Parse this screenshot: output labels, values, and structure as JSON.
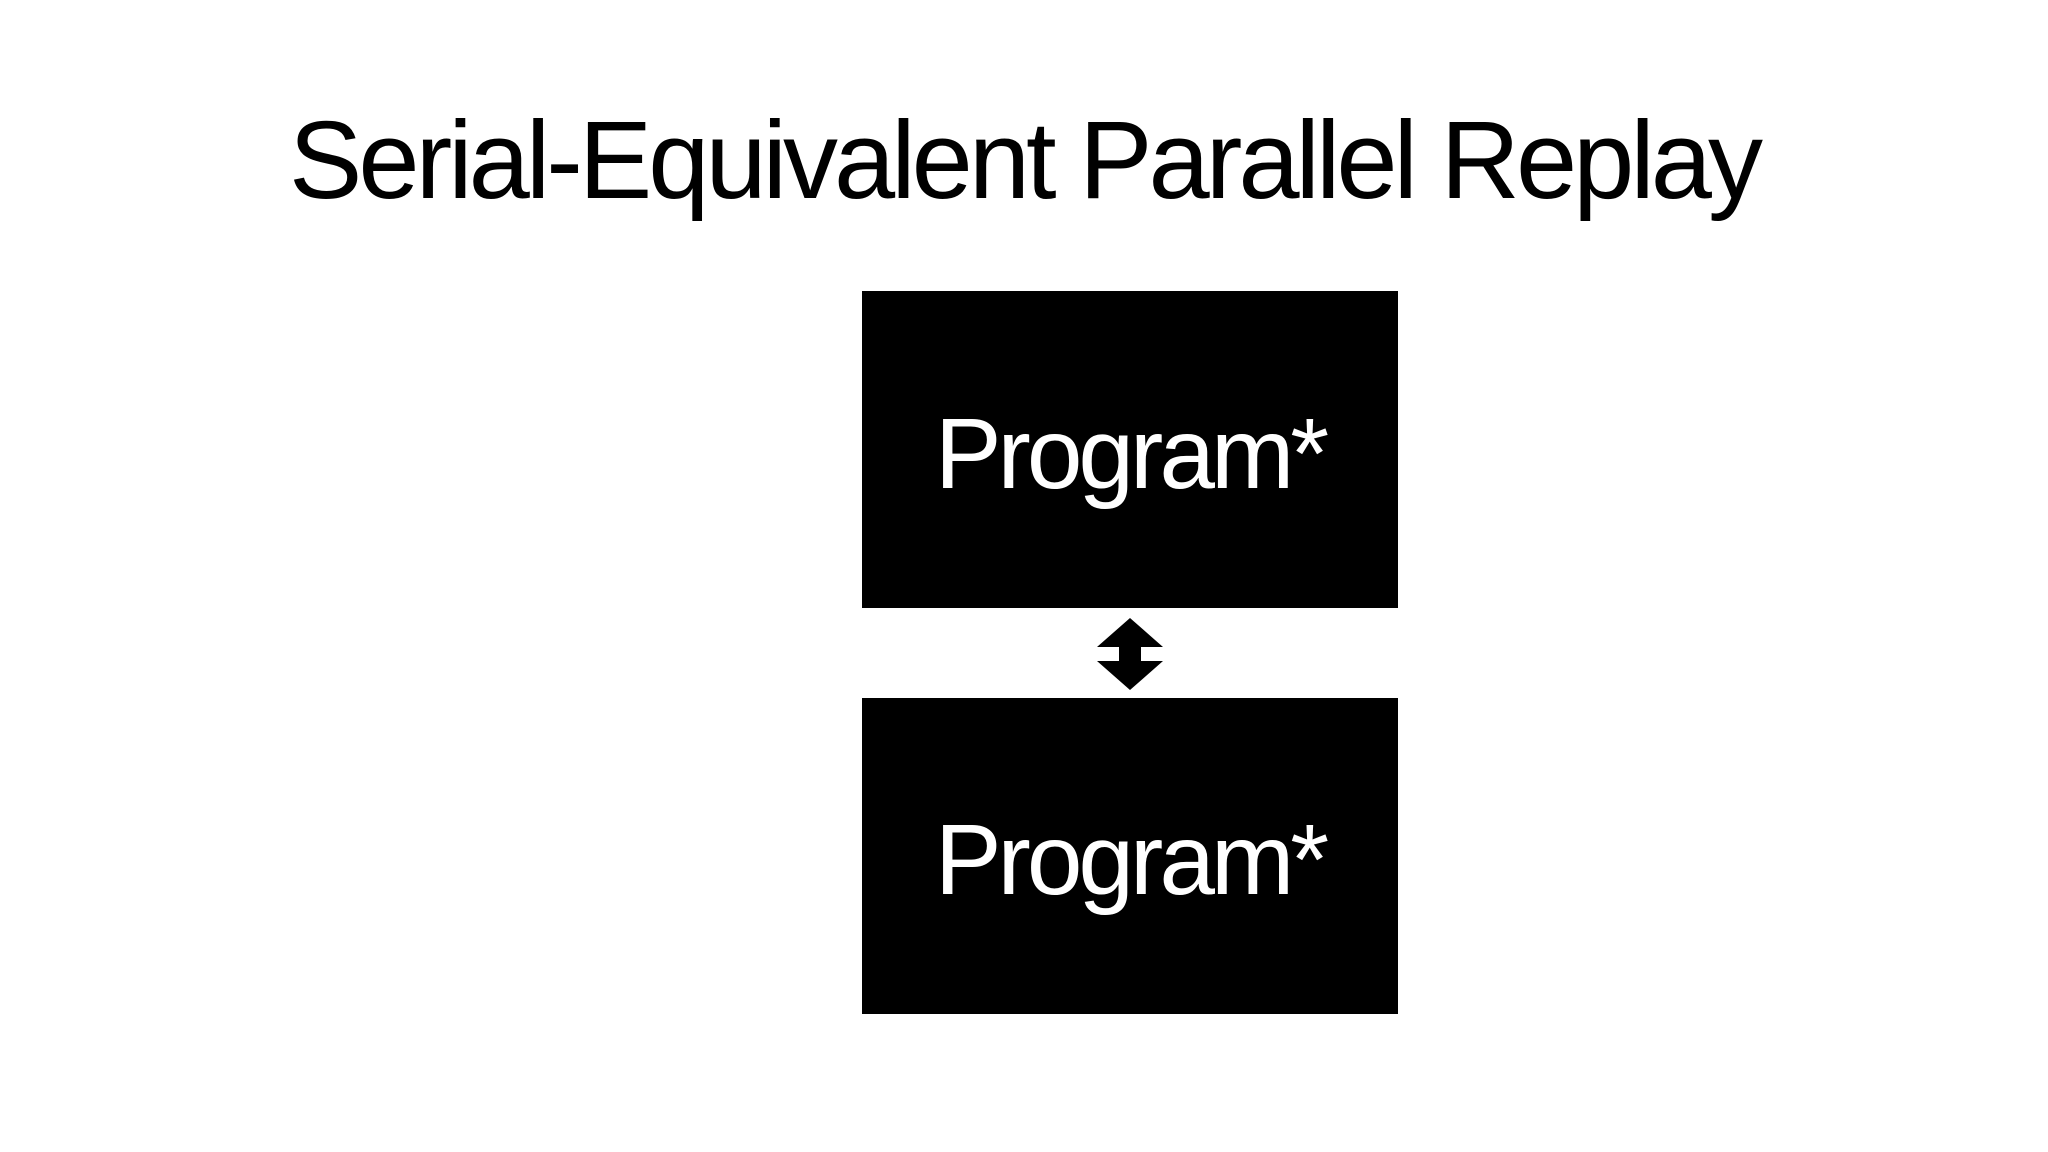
{
  "slide": {
    "title": "Serial-Equivalent Parallel Replay",
    "background_color": "#ffffff",
    "title_color": "#000000"
  },
  "diagram": {
    "boxes": [
      {
        "label": "Program*"
      },
      {
        "label": "Program*"
      }
    ],
    "box_fill": "#000000",
    "box_text_color": "#ffffff",
    "connector": {
      "icon": "up-down-arrow-icon",
      "color": "#000000",
      "direction": "vertical-bidirectional"
    }
  }
}
